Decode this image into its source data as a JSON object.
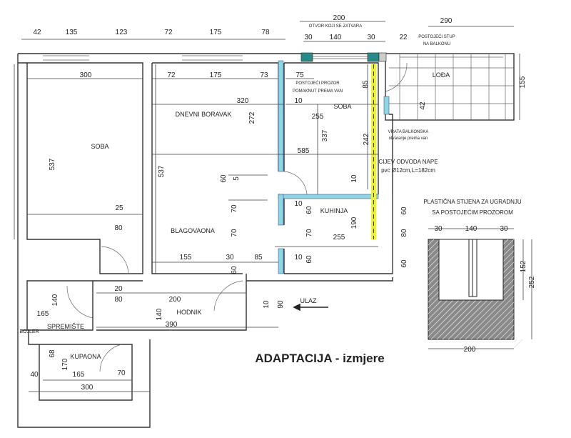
{
  "title": "ADAPTACIJA - izmjere",
  "rooms": {
    "soba_left": "SOBA",
    "dnevni_boravak": "DNEVNI BORAVAK",
    "soba_right": "SOBA",
    "loda": "LOĐA",
    "blagovaona": "BLAGOVAONA",
    "kuhinja": "KUHINJA",
    "hodnik": "HODNIK",
    "spremiste": "SPREMIŠTE",
    "bojler": "BOJLER",
    "kupaona": "KUPAONA"
  },
  "notes": {
    "otvor": "OTVOR KOJI SE ZATVARA",
    "stup_1": "POSTOJEĆI STUP",
    "stup_2": "NA BALKONU",
    "prozor_1": "POSTOJEĆI PROZOR",
    "prozor_2": "POMAKNUT PREMA VAN",
    "vrata_1": "VRATA BALKONSKA",
    "vrata_2": "otvaranje prema van",
    "cijev_1": "CIJEV ODVODA NAPE",
    "cijev_2": "pvc Ø12cm,L=182cm",
    "stijena_1": "PLASTIČNA STIJENA ZA UGRADNJU",
    "stijena_2": "SA POSTOJEĆIM PROZOROM",
    "ulaz": "ULAZ"
  },
  "dimensions": [
    "42",
    "135",
    "123",
    "72",
    "175",
    "78",
    "200",
    "30",
    "140",
    "30",
    "22",
    "290",
    "300",
    "72",
    "175",
    "73",
    "75",
    "85",
    "155",
    "42",
    "320",
    "10",
    "272",
    "255",
    "337",
    "242",
    "585",
    "537",
    "537",
    "60",
    "5",
    "10",
    "60",
    "25",
    "10",
    "60",
    "70",
    "190",
    "80",
    "30",
    "140",
    "30",
    "80",
    "70",
    "70",
    "255",
    "60",
    "152",
    "252",
    "155",
    "30",
    "85",
    "10",
    "60",
    "60",
    "20",
    "80",
    "200",
    "140",
    "165",
    "140",
    "390",
    "10",
    "90",
    "68",
    "170",
    "40",
    "165",
    "70",
    "300",
    "200"
  ],
  "colors": {
    "new_wall": "#8fd6e3",
    "pipe": "#e8ef4a",
    "hatch": "#555555"
  }
}
